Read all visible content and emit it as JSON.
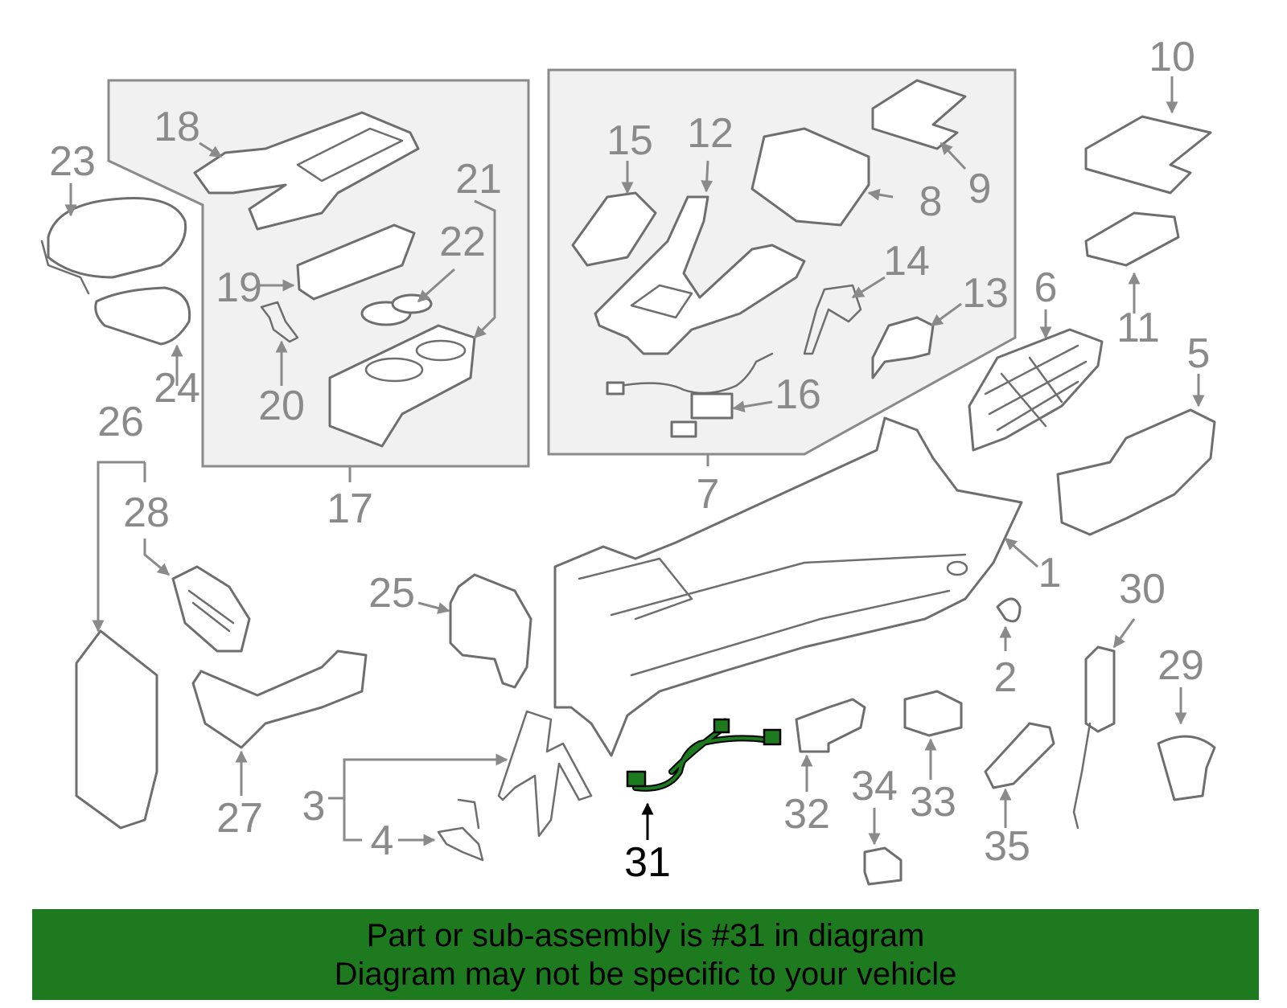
{
  "diagram": {
    "highlighted_part": "31",
    "callouts": [
      "1",
      "2",
      "3",
      "4",
      "5",
      "6",
      "7",
      "8",
      "9",
      "10",
      "11",
      "12",
      "13",
      "14",
      "15",
      "16",
      "17",
      "18",
      "19",
      "20",
      "21",
      "22",
      "23",
      "24",
      "25",
      "26",
      "27",
      "28",
      "29",
      "30",
      "31",
      "32",
      "33",
      "34",
      "35"
    ],
    "colors": {
      "label": "#8a8a8a",
      "highlight": "#000000",
      "highlight_part": "#1e7a1e",
      "banner": "#1e7a1e",
      "group_box": "#f1f1f1"
    }
  },
  "banner": {
    "line1": "Part or sub-assembly is #31 in diagram",
    "line2": "Diagram may not be specific to your vehicle"
  }
}
